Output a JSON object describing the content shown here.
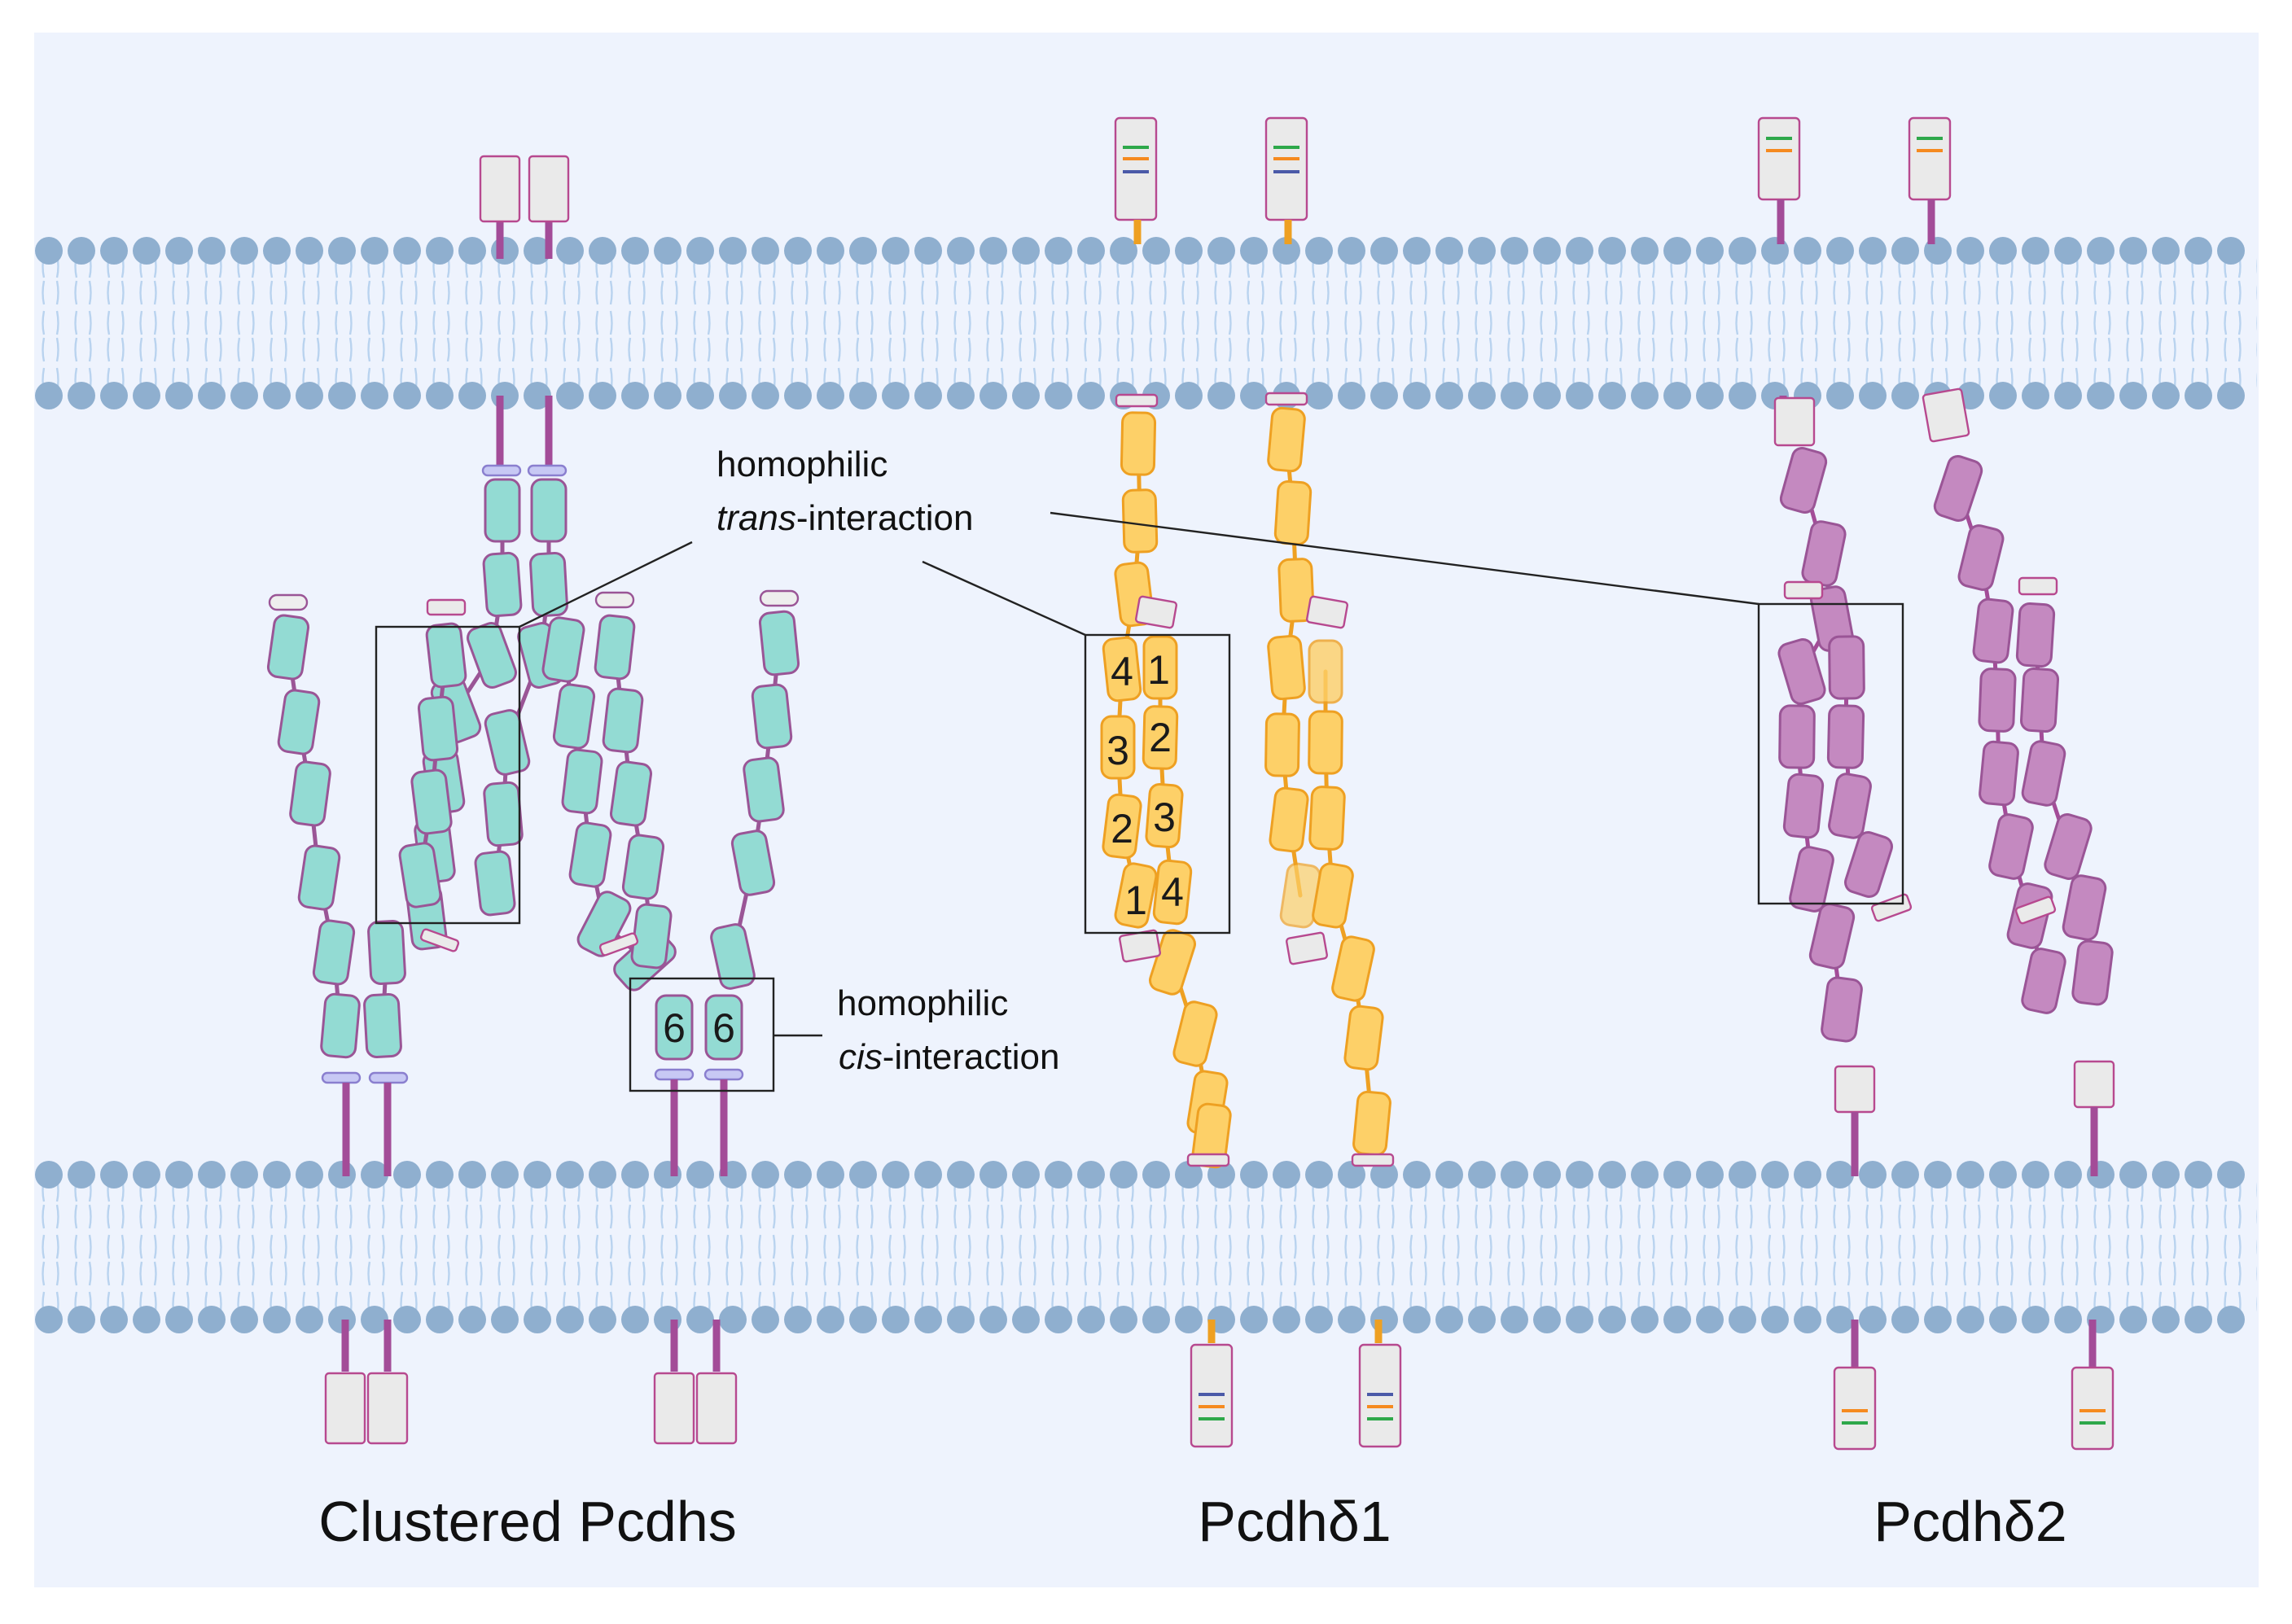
{
  "labels": {
    "trans_line1": "homophilic",
    "trans_italic": "trans",
    "trans_rest": "-interaction",
    "cis_line1": "homophilic",
    "cis_italic": "cis",
    "cis_rest": "-interaction",
    "clustered": "Clustered Pcdhs",
    "delta1": "Pcdhδ1",
    "delta2": "Pcdhδ2"
  },
  "domain_numbers": {
    "delta1_left": [
      "4",
      "3",
      "2",
      "1"
    ],
    "delta1_right": [
      "1",
      "2",
      "3",
      "4"
    ],
    "cis_pair": [
      "6",
      "6"
    ]
  },
  "colors": {
    "background": "#eef3fd",
    "lipid_head": "#8fafcf",
    "lipid_tail": "#b9d3ef",
    "clustered_domain": "#93dbd3",
    "clustered_border": "#9a5596",
    "delta1_domain": "#fdd068",
    "delta1_border": "#eea022",
    "delta2_domain": "#c489c0",
    "delta2_border": "#9a5596",
    "stalk": "#a34c98",
    "cap": "#eaeaea",
    "cap_border": "#b7498f",
    "stripe_green": "#2ea84a",
    "stripe_orange": "#f58a1f",
    "stripe_blue": "#4b5aa8"
  }
}
